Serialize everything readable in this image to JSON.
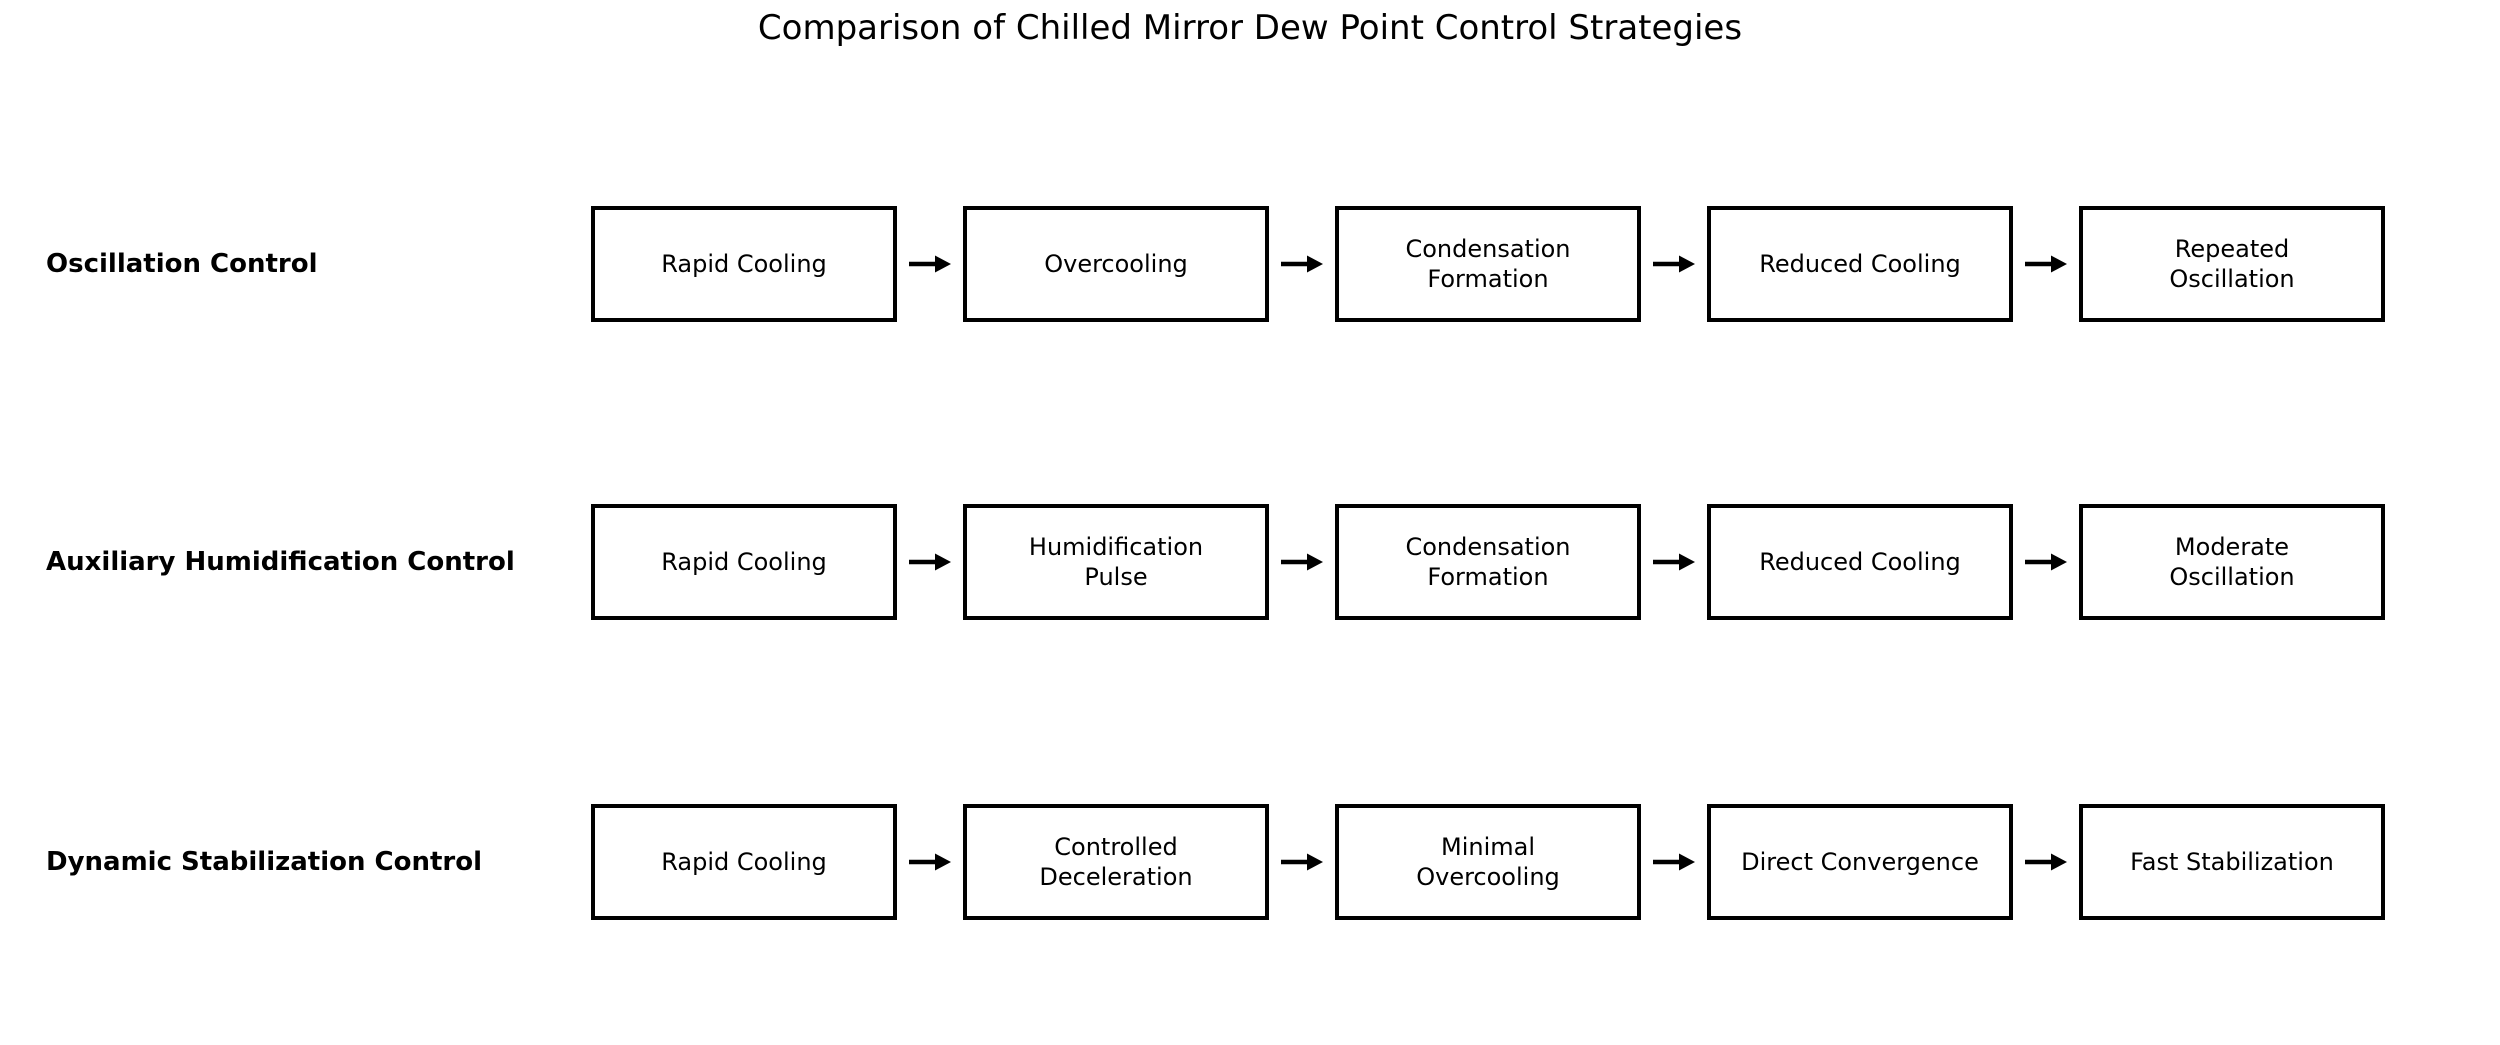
{
  "title": "Comparison of Chilled Mirror Dew Point Control Strategies",
  "diagram": {
    "rows": [
      {
        "label": "Oscillation Control",
        "steps": [
          "Rapid Cooling",
          "Overcooling",
          "Condensation\nFormation",
          "Reduced Cooling",
          "Repeated\nOscillation"
        ]
      },
      {
        "label": "Auxiliary Humidification Control",
        "steps": [
          "Rapid Cooling",
          "Humidification\nPulse",
          "Condensation\nFormation",
          "Reduced Cooling",
          "Moderate\nOscillation"
        ]
      },
      {
        "label": "Dynamic Stabilization Control",
        "steps": [
          "Rapid Cooling",
          "Controlled\nDeceleration",
          "Minimal\nOvercooling",
          "Direct Convergence",
          "Fast Stabilization"
        ]
      }
    ],
    "connector": {
      "icon": "arrow-right-icon",
      "glyph": "→"
    },
    "colors": {
      "background": "#ffffff",
      "box_fill": "#ffffff",
      "box_border": "#000000",
      "text": "#000000",
      "arrow": "#000000"
    }
  }
}
